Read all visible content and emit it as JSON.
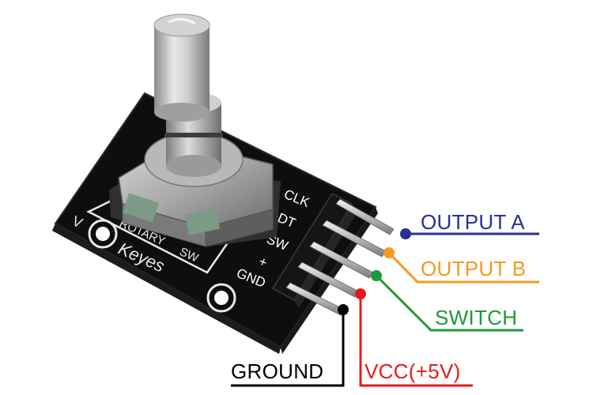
{
  "board": {
    "pin_labels": [
      "CLK",
      "DT",
      "SW",
      "+",
      "GND"
    ],
    "brand": "Keyes",
    "silk_fragment_v": "V",
    "silk_fragment_rotary": "ROTARY",
    "silk_fragment_sw": "SW"
  },
  "pins": {
    "output_a": {
      "label": "OUTPUT A",
      "color": "#2b2f94"
    },
    "output_b": {
      "label": "OUTPUT B",
      "color": "#f39a1f"
    },
    "switch": {
      "label": "SWITCH",
      "color": "#1d9a3a"
    },
    "vcc": {
      "label": "VCC(+5V)",
      "color": "#e31b1b"
    },
    "ground": {
      "label": "GROUND",
      "color": "#000000"
    }
  }
}
